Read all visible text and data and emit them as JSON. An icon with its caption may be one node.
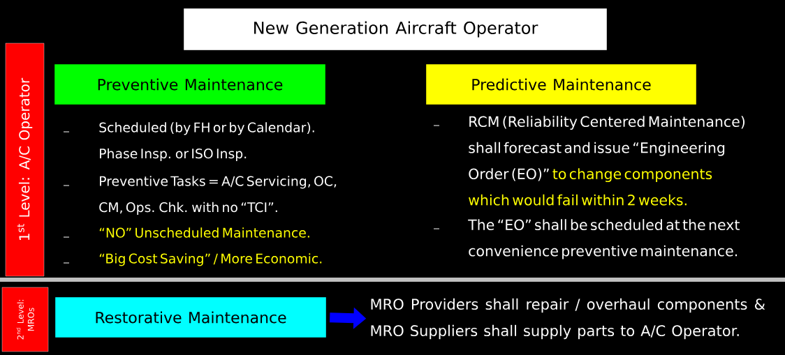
{
  "diagram": {
    "nodes": [
      {
        "text": [
          "New Generation Aircraft Operator"
        ]
      },
      {
        "text": [
          "1$^{st}$ Level: A/C Operator"
        ]
      },
      {
        "text": [
          "Preventive Maintenance"
        ]
      },
      {
        "text": [
          "Predictive Maintenance"
        ]
      },
      {
        "text": [
          "2$^{nd}$ Level: MROs"
        ]
      },
      {
        "text": [
          "Restorative Maintenance"
        ]
      },
      {
        "text": [
          "MRO Providers shall repair / overhaul components & MRO Suppliers shall supply parts to A/C Operator."
        ]
      }
    ],
    "edges": [
      {
        "from": 5,
        "to": 6,
        "arrow": "to",
        "color": "#0000ff"
      }
    ],
    "labels": [
      "Scheduled (by FH or by Calendar). Phase Insp. or ISO Insp.",
      "Preventive Tasks = A/C Servicing, OC, CM, Ops. Chk. with no “TCI”.",
      "“NO” Unscheduled Maintenance.",
      "“Big Cost Saving” / More Economic.",
      "RCM (Reliability Centered Maintenance) shall forecast and issue “Engineering Order (EO)”",
      "to change components which would fail within 2 weeks.",
      "The “EO” shall be scheduled at the next convenience preventive maintenance."
    ]
  }
}
